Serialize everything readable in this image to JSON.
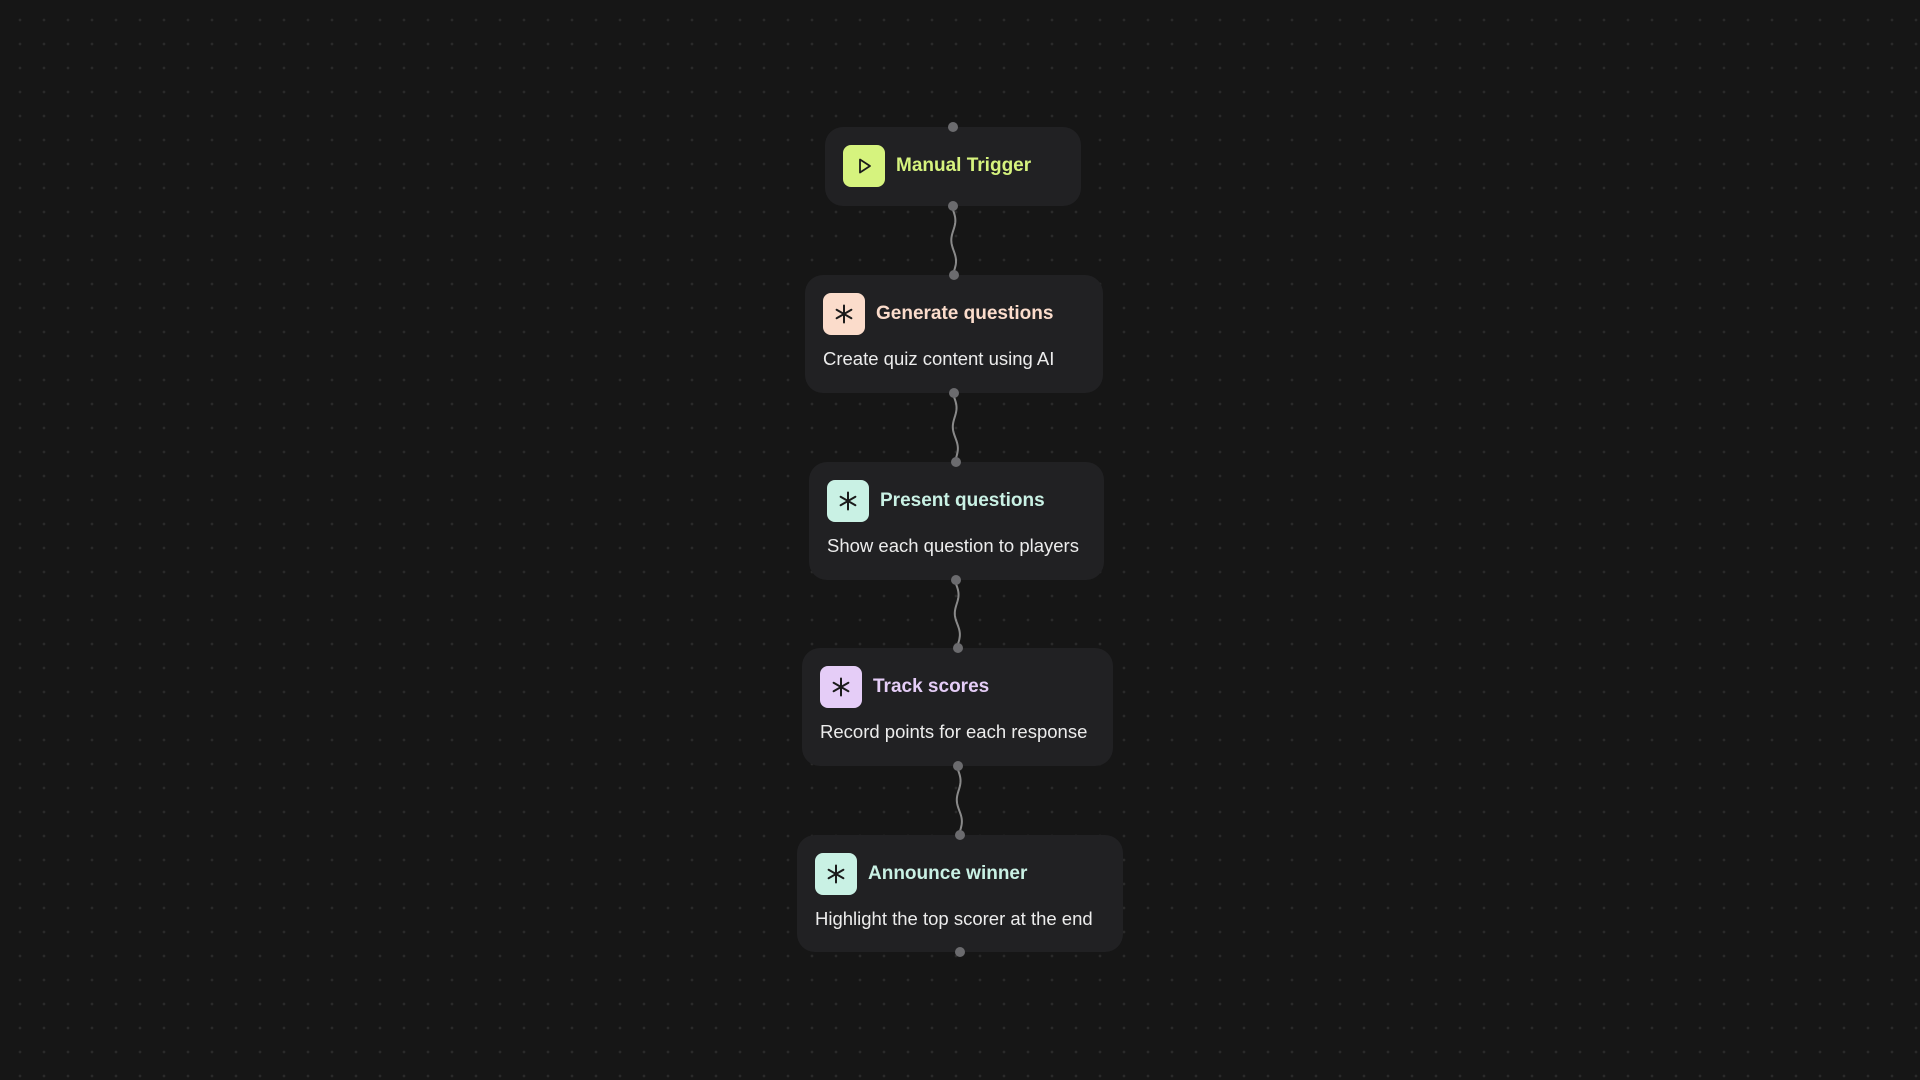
{
  "colors": {
    "background": "#161616",
    "node_bg": "#212123",
    "connector": "#8a8a8a",
    "port": "#6b6b6e"
  },
  "nodes": [
    {
      "id": "manual-trigger",
      "title": "Manual Trigger",
      "description": "",
      "icon": "play-icon",
      "title_color": "#d6f37e",
      "icon_bg": "#d6f37e"
    },
    {
      "id": "generate-questions",
      "title": "Generate questions",
      "description": "Create quiz content using AI",
      "icon": "asterisk-icon",
      "title_color": "#fbdccb",
      "icon_bg": "#fbdccb"
    },
    {
      "id": "present-questions",
      "title": "Present questions",
      "description": "Show each question to players",
      "icon": "asterisk-icon",
      "title_color": "#c9f1e4",
      "icon_bg": "#c9f1e4"
    },
    {
      "id": "track-scores",
      "title": "Track scores",
      "description": "Record points for each response",
      "icon": "asterisk-icon",
      "title_color": "#e5cdf7",
      "icon_bg": "#e5cdf7"
    },
    {
      "id": "announce-winner",
      "title": "Announce winner",
      "description": "Highlight the top scorer at the end",
      "icon": "asterisk-icon",
      "title_color": "#c9f1e4",
      "icon_bg": "#c9f1e4"
    }
  ]
}
